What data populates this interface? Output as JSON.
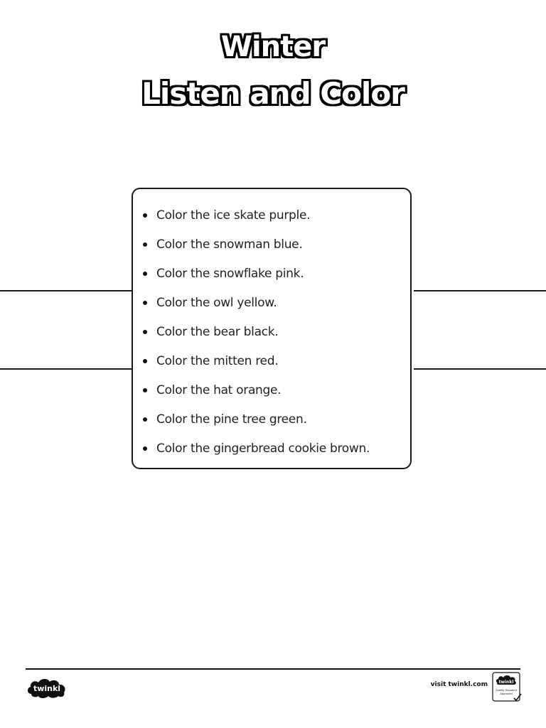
{
  "title": {
    "line1": "Winter",
    "line2": "Listen and Color"
  },
  "instructions": [
    "Color the ice skate purple.",
    "Color the snowman blue.",
    "Color the snowflake pink.",
    "Color the owl yellow.",
    "Color the bear black.",
    "Color the mitten red.",
    "Color the hat orange.",
    "Color the pine tree green.",
    "Color the gingerbread cookie brown."
  ],
  "footer": {
    "brand": "twinkl",
    "visit_text": "visit twinkl.com",
    "badge_brand": "twinkl",
    "badge_line1": "Quality Standard",
    "badge_line2": "Approved"
  },
  "colors": {
    "ink": "#111111",
    "background": "#ffffff"
  },
  "icons": {
    "logo": "twinkl-cloud-logo",
    "badge": "quality-standard-badge"
  }
}
